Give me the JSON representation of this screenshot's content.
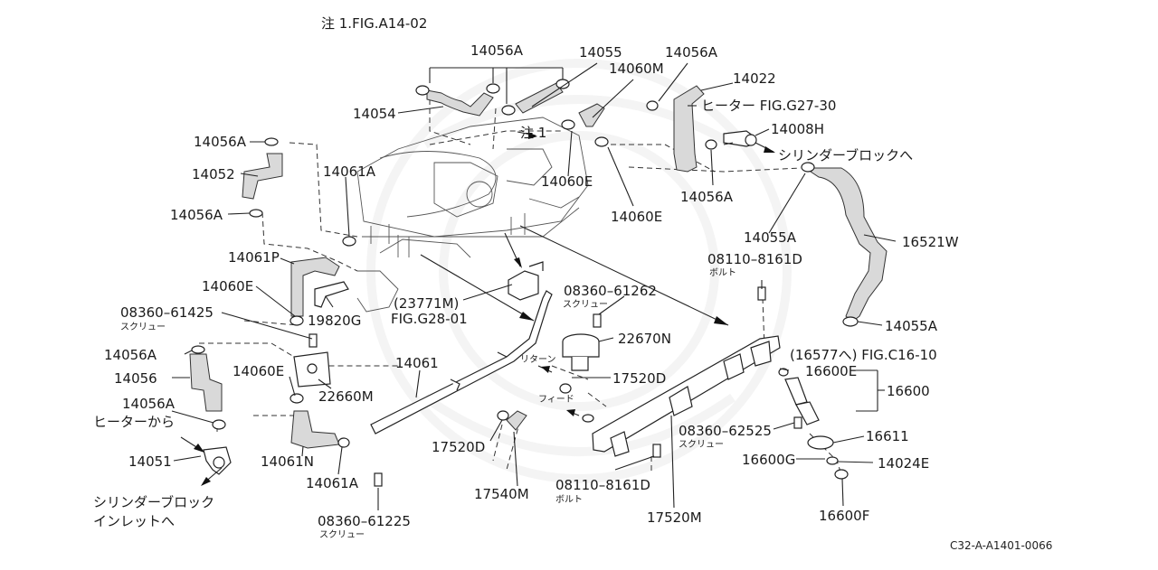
{
  "header": {
    "note": "注 1.FIG.A14-02"
  },
  "note_marker": "注 1",
  "footer": {
    "code": "C32-A-A1401-0066"
  },
  "labels": {
    "l14056A_top": "14056A",
    "l14055": "14055",
    "l14056A_right": "14056A",
    "l14060M": "14060M",
    "l14022": "14022",
    "l14054": "14054",
    "heater_fig": "ヒーター FIG.G27-30",
    "l14008H": "14008H",
    "l14056A_left1": "14056A",
    "cyl_block": "シリンダーブロックへ",
    "l14052": "14052",
    "l14061A_top": "14061A",
    "l14060E_mid": "14060E",
    "l14060E_mid2": "14060E",
    "l14056A_mid": "14056A",
    "l14056A_left2": "14056A",
    "l14055A_top": "14055A",
    "l16521W": "16521W",
    "l14061P": "14061P",
    "bolt1_num": "08110–8161D",
    "bolt1_kana": "ボルト",
    "l14060E_left": "14060E",
    "l23771M": "(23771M)",
    "figG28": "FIG.G28-01",
    "scr1_num": "08360–61262",
    "scr1_kana": "スクリュー",
    "scr2_num": "08360–61425",
    "scr2_kana": "スクリュー",
    "l19820G": "19820G",
    "l22670N": "22670N",
    "l14055A_right": "14055A",
    "l14056A_left3": "14056A",
    "l14061": "14061",
    "return_kana": "リターン",
    "fig16577": "(16577へ) FIG.C16-10",
    "l14056": "14056",
    "l14060E_left2": "14060E",
    "l17520D_right": "17520D",
    "l16600E": "16600E",
    "l16600": "16600",
    "l22660M": "22660M",
    "feed_kana": "フィード",
    "l14056A_left4": "14056A",
    "heater_from": "ヒーターから",
    "scr3_num": "08360–62525",
    "scr3_kana": "スクリュー",
    "l16611": "16611",
    "l17520D_left": "17520D",
    "l14051": "14051",
    "l14061N": "14061N",
    "l16600G": "16600G",
    "l14024E": "14024E",
    "l14061A_bot": "14061A",
    "l17540M": "17540M",
    "bolt2_num": "08110–8161D",
    "bolt2_kana": "ボルト",
    "cyl_inlet1": "シリンダーブロック",
    "cyl_inlet2": "インレットへ",
    "scr4_num": "08360–61225",
    "scr4_kana": "スクリュー",
    "l17520M": "17520M",
    "l16600F": "16600F"
  }
}
